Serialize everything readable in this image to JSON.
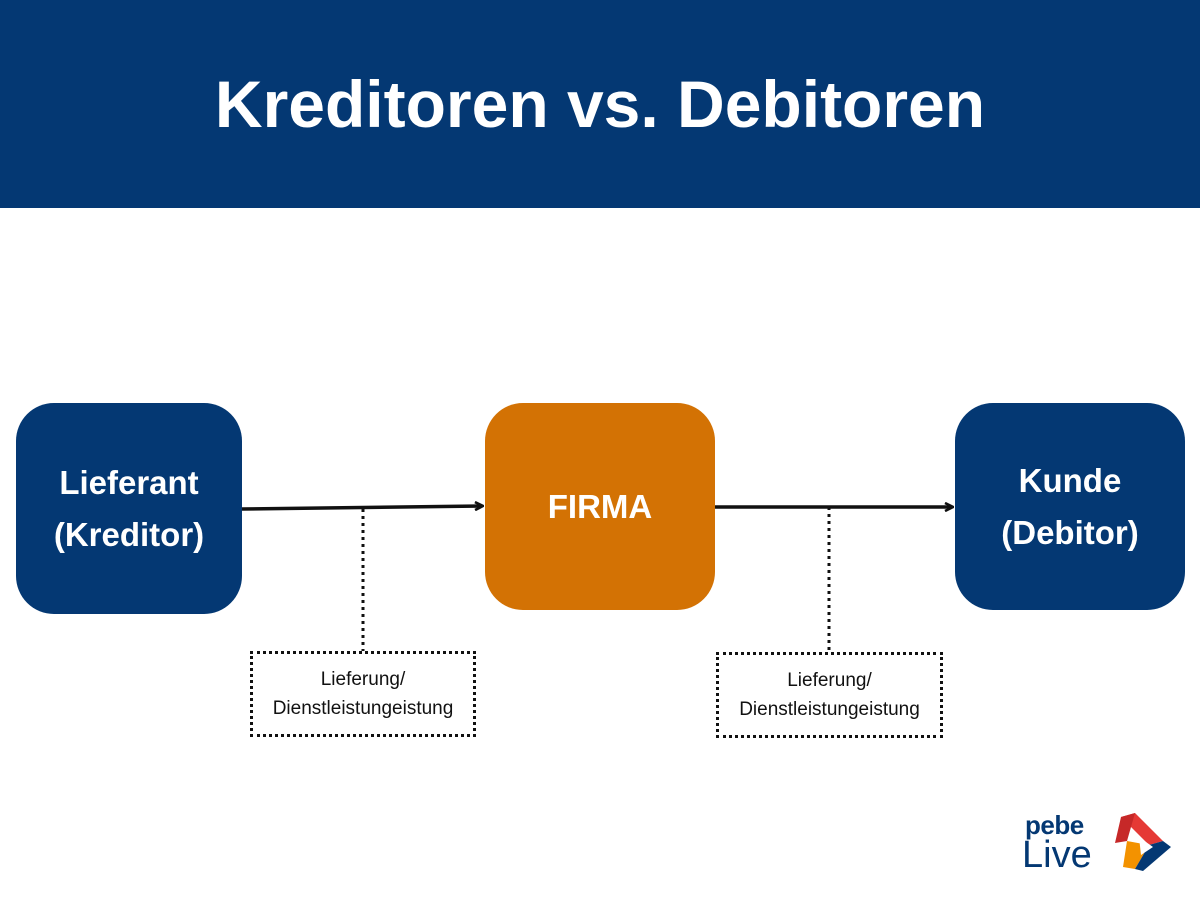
{
  "header": {
    "title": "Kreditoren vs. Debitoren",
    "background": "#043873"
  },
  "nodes": {
    "supplier": {
      "line1": "Lieferant",
      "line2": "(Kreditor)",
      "color": "#043873"
    },
    "firm": {
      "label": "FIRMA",
      "color": "#D37204"
    },
    "customer": {
      "line1": "Kunde",
      "line2": "(Debitor)",
      "color": "#043873"
    }
  },
  "flows": [
    {
      "from": "supplier",
      "to": "firm",
      "note_line1": "Lieferung/",
      "note_line2": "Dienstleistungeistung"
    },
    {
      "from": "firm",
      "to": "customer",
      "note_line1": "Lieferung/",
      "note_line2": "Dienstleistungeistung"
    }
  ],
  "logo": {
    "word1": "pebe",
    "word2": "Live",
    "brand_color": "#043873",
    "accent_colors": [
      "#E53935",
      "#F39200",
      "#043873"
    ]
  }
}
